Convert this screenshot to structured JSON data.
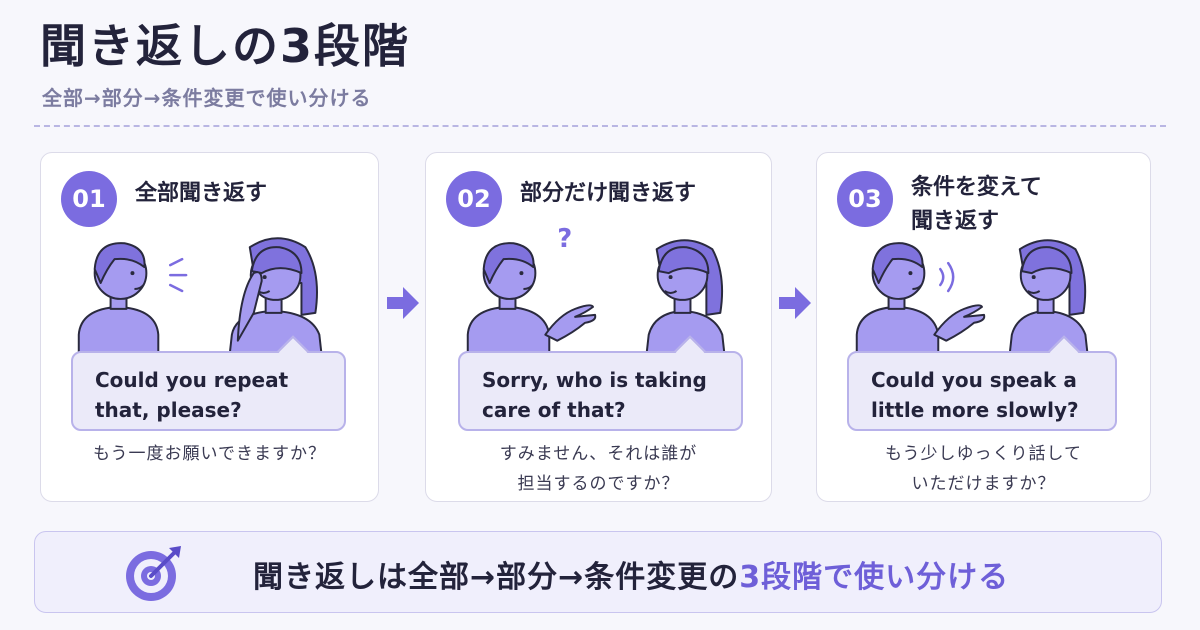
{
  "header": {
    "title": "聞き返しの3段階",
    "subtitle": "全部→部分→条件変更で使い分ける"
  },
  "steps": [
    {
      "number": "01",
      "title": "全部聞き返す",
      "english": [
        "Could you repeat",
        "that, please?"
      ],
      "japanese": [
        "もう一度お願いできますか？"
      ]
    },
    {
      "number": "02",
      "title": "部分だけ聞き返す",
      "english": [
        "Sorry, who is taking",
        "care of that?"
      ],
      "japanese": [
        "すみません、それは誰が",
        "担当するのですか？"
      ]
    },
    {
      "number": "03",
      "title": [
        "条件を変えて",
        "聞き返す"
      ],
      "english": [
        "Could you speak a",
        "little more slowly?"
      ],
      "japanese": [
        "もう少しゆっくり話して",
        "いただけますか？"
      ]
    }
  ],
  "footer": {
    "text_main": "聞き返しは全部→部分→条件変更の",
    "text_highlight": "3段階で使い分ける"
  },
  "colors": {
    "accent": "#7b6ce0",
    "bubble_bg": "#ebeaf9",
    "bubble_border": "#b8b2ea",
    "figure_fill": "#a59bf0",
    "figure_stroke": "#2a2a3e"
  }
}
